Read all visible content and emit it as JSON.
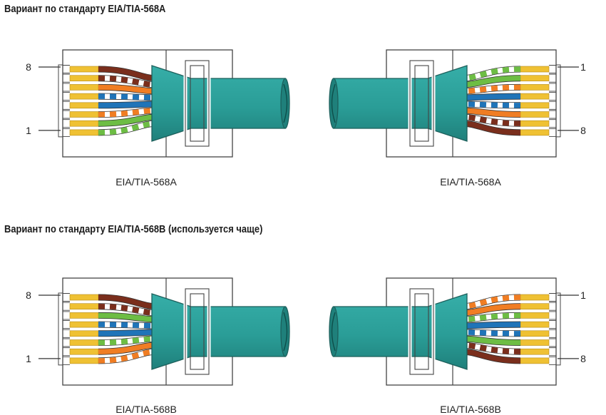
{
  "headings": {
    "variant_a": "Вариант по стандарту EIA/TIA-568A",
    "variant_b": "Вариант по стандарту EIA/TIA-568B (используется чаще)"
  },
  "connectors": [
    {
      "caption": "EIA/TIA-568A",
      "pin_top": "8",
      "pin_bottom": "1",
      "orientation": "left",
      "wires_top_to_bottom": [
        "brown",
        "white-brown",
        "orange",
        "white-blue",
        "blue",
        "white-orange",
        "green",
        "white-green"
      ]
    },
    {
      "caption": "EIA/TIA-568A",
      "pin_top": "1",
      "pin_bottom": "8",
      "orientation": "right",
      "wires_top_to_bottom": [
        "white-green",
        "green",
        "white-orange",
        "blue",
        "white-blue",
        "orange",
        "white-brown",
        "brown"
      ]
    },
    {
      "caption": "EIA/TIA-568B",
      "pin_top": "8",
      "pin_bottom": "1",
      "orientation": "left",
      "wires_top_to_bottom": [
        "brown",
        "white-brown",
        "green",
        "white-blue",
        "blue",
        "white-green",
        "orange",
        "white-orange"
      ]
    },
    {
      "caption": "EIA/TIA-568B",
      "pin_top": "1",
      "pin_bottom": "8",
      "orientation": "right",
      "wires_top_to_bottom": [
        "white-orange",
        "orange",
        "white-green",
        "blue",
        "white-blue",
        "green",
        "white-brown",
        "brown"
      ]
    }
  ],
  "colors": {
    "brown": "#7a2e1c",
    "orange": "#f07d23",
    "blue": "#1f74b8",
    "green": "#6dbd44",
    "white": "#ffffff",
    "contact": "#efc133",
    "jacket": "#2a9d97",
    "jacket_dark": "#176e69",
    "outline": "#444444"
  }
}
